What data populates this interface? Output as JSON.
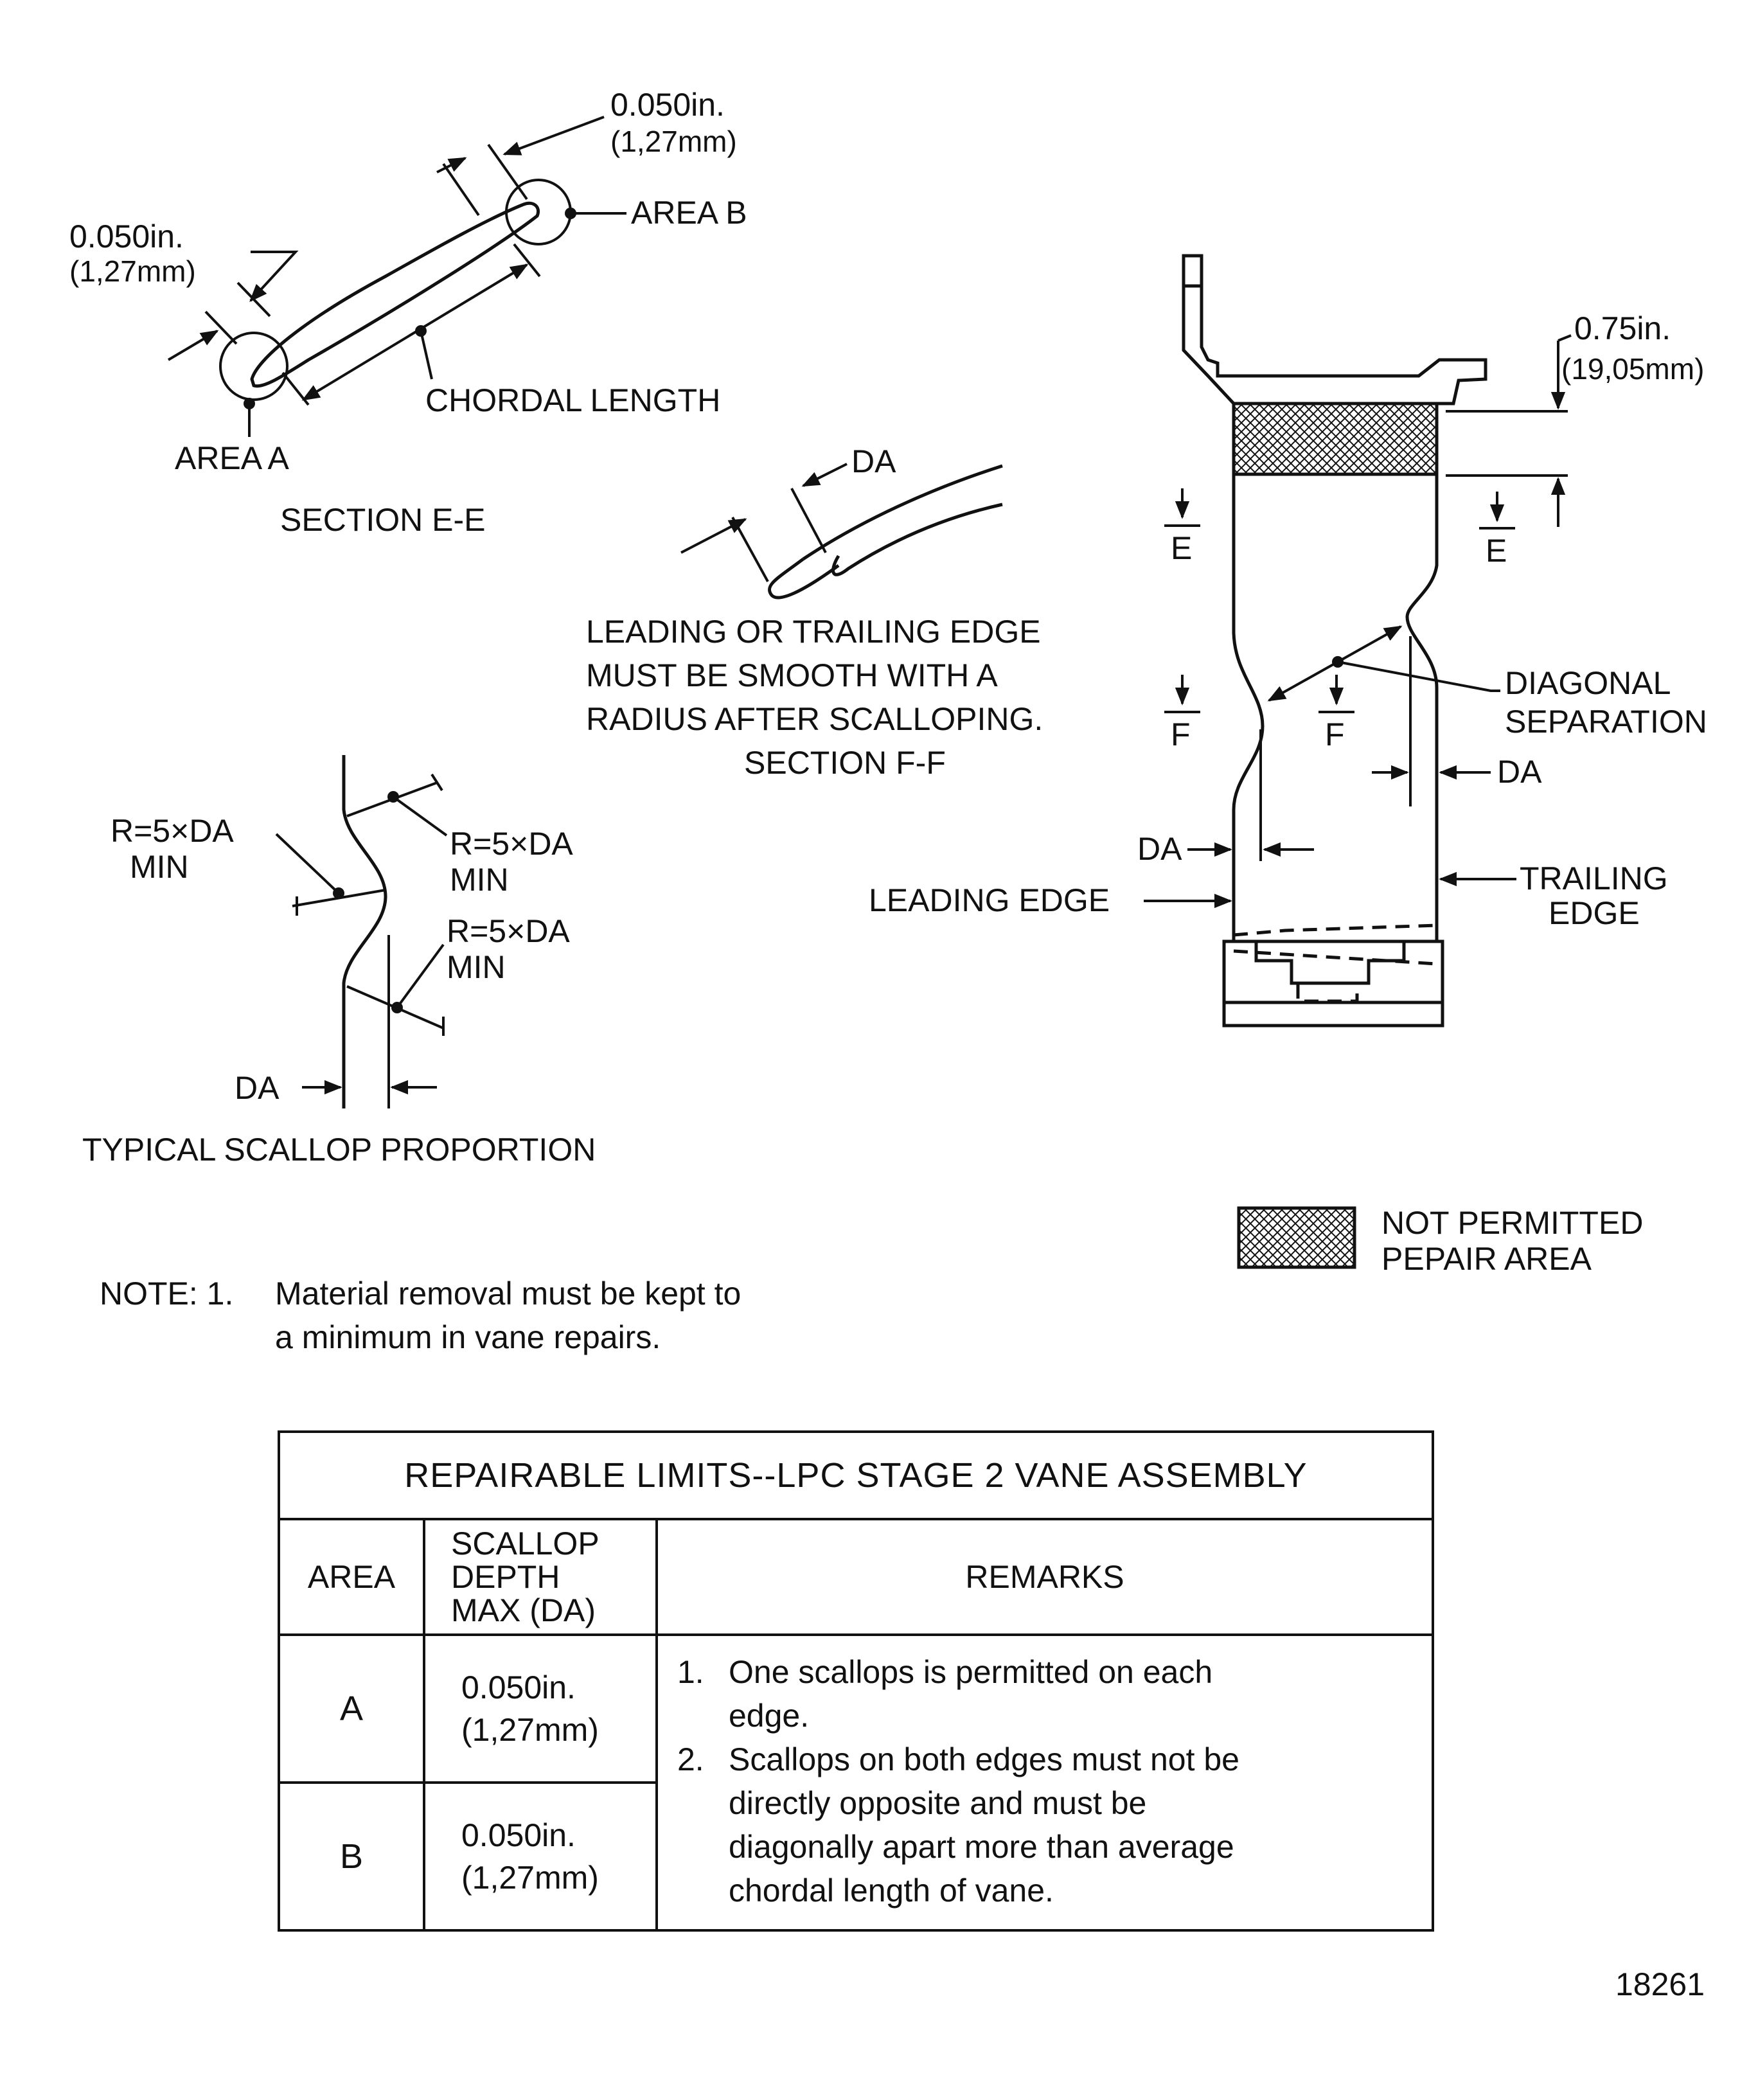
{
  "section_ee": {
    "dim_top_in": "0.050in.",
    "dim_top_mm": "(1,27mm)",
    "dim_left_in": "0.050in.",
    "dim_left_mm": "(1,27mm)",
    "area_b": "AREA B",
    "area_a": "AREA A",
    "chordal_length": "CHORDAL LENGTH",
    "title": "SECTION E-E"
  },
  "section_ff": {
    "da": "DA",
    "note_line1": "LEADING OR TRAILING EDGE",
    "note_line2": "MUST BE SMOOTH WITH A",
    "note_line3": "RADIUS AFTER SCALLOPING.",
    "title": "SECTION F-F"
  },
  "vane": {
    "dim_in": "0.75in.",
    "dim_mm": "(19,05mm)",
    "cut_e": "E",
    "cut_f": "F",
    "diagonal_1": "DIAGONAL",
    "diagonal_2": "SEPARATION",
    "da": "DA",
    "leading_edge": "LEADING EDGE",
    "trailing_1": "TRAILING",
    "trailing_2": "EDGE"
  },
  "scallop": {
    "radius": "R=5×DA",
    "min": "MIN",
    "da": "DA",
    "title": "TYPICAL SCALLOP PROPORTION"
  },
  "legend": {
    "line1": "NOT PERMITTED",
    "line2": "PEPAIR AREA"
  },
  "note": {
    "prefix": "NOTE: 1.",
    "line1": "Material removal must be kept to",
    "line2": "a minimum in vane repairs."
  },
  "figure_number": "18261",
  "table": {
    "title": "REPAIRABLE LIMITS--LPC STAGE 2 VANE ASSEMBLY",
    "headers": {
      "area": "AREA",
      "depth_1": "SCALLOP",
      "depth_2": "DEPTH",
      "depth_3": "MAX (DA)",
      "remarks": "REMARKS"
    },
    "rows": [
      {
        "area": "A",
        "depth_in": "0.050in.",
        "depth_mm": "(1,27mm)"
      },
      {
        "area": "B",
        "depth_in": "0.050in.",
        "depth_mm": "(1,27mm)"
      }
    ],
    "remarks": [
      {
        "num": "1.",
        "lines": [
          "One scallops is permitted on each",
          "edge."
        ]
      },
      {
        "num": "2.",
        "lines": [
          "Scallops on both edges must not be",
          "directly opposite and must be",
          "diagonally apart more than average",
          "chordal length of vane."
        ]
      }
    ]
  }
}
